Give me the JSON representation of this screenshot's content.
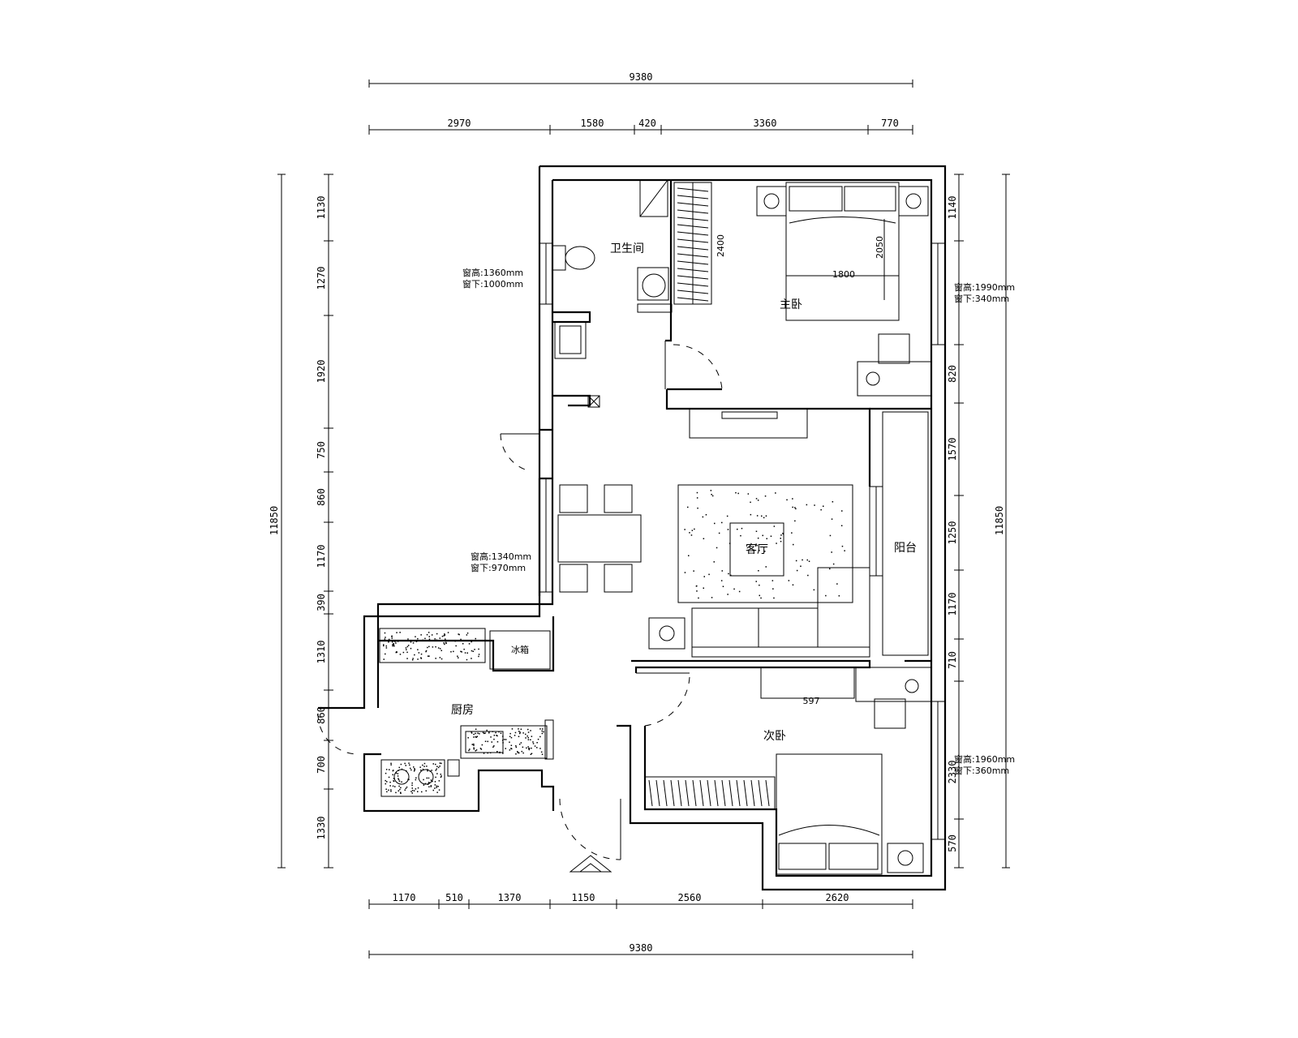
{
  "dimensions": {
    "top_total": "9380",
    "top_segments": [
      "2970",
      "1580",
      "420",
      "3360",
      "770"
    ],
    "bottom_total": "9380",
    "bottom_segments": [
      "1170",
      "510",
      "1370",
      "1150",
      "2560",
      "2620"
    ],
    "left_total": "11850",
    "left_segments": [
      "1130",
      "1270",
      "1920",
      "750",
      "860",
      "1170",
      "390",
      "1310",
      "860",
      "700",
      "1330"
    ],
    "right_total": "11850",
    "right_segments": [
      "1140",
      "",
      "820",
      "1570",
      "1250",
      "1170",
      "710",
      "2330",
      "570"
    ],
    "furniture": {
      "bed_width": "1800",
      "bed_length": "2050",
      "wardrobe_depth": "2400",
      "desk": "597"
    }
  },
  "rooms": {
    "bathroom": "卫生间",
    "master_bedroom": "主卧",
    "living_room": "客厅",
    "balcony": "阳台",
    "kitchen": "厨房",
    "second_bedroom": "次卧",
    "fridge": "冰箱"
  },
  "window_notes": {
    "bathroom_height": "窗高:1360mm",
    "bathroom_sill": "窗下:1000mm",
    "dining_height": "窗高:1340mm",
    "dining_sill": "窗下:970mm",
    "master_height": "窗高:1990mm",
    "master_sill": "窗下:340mm",
    "second_height": "窗高:1960mm",
    "second_sill": "窗下:360mm"
  }
}
